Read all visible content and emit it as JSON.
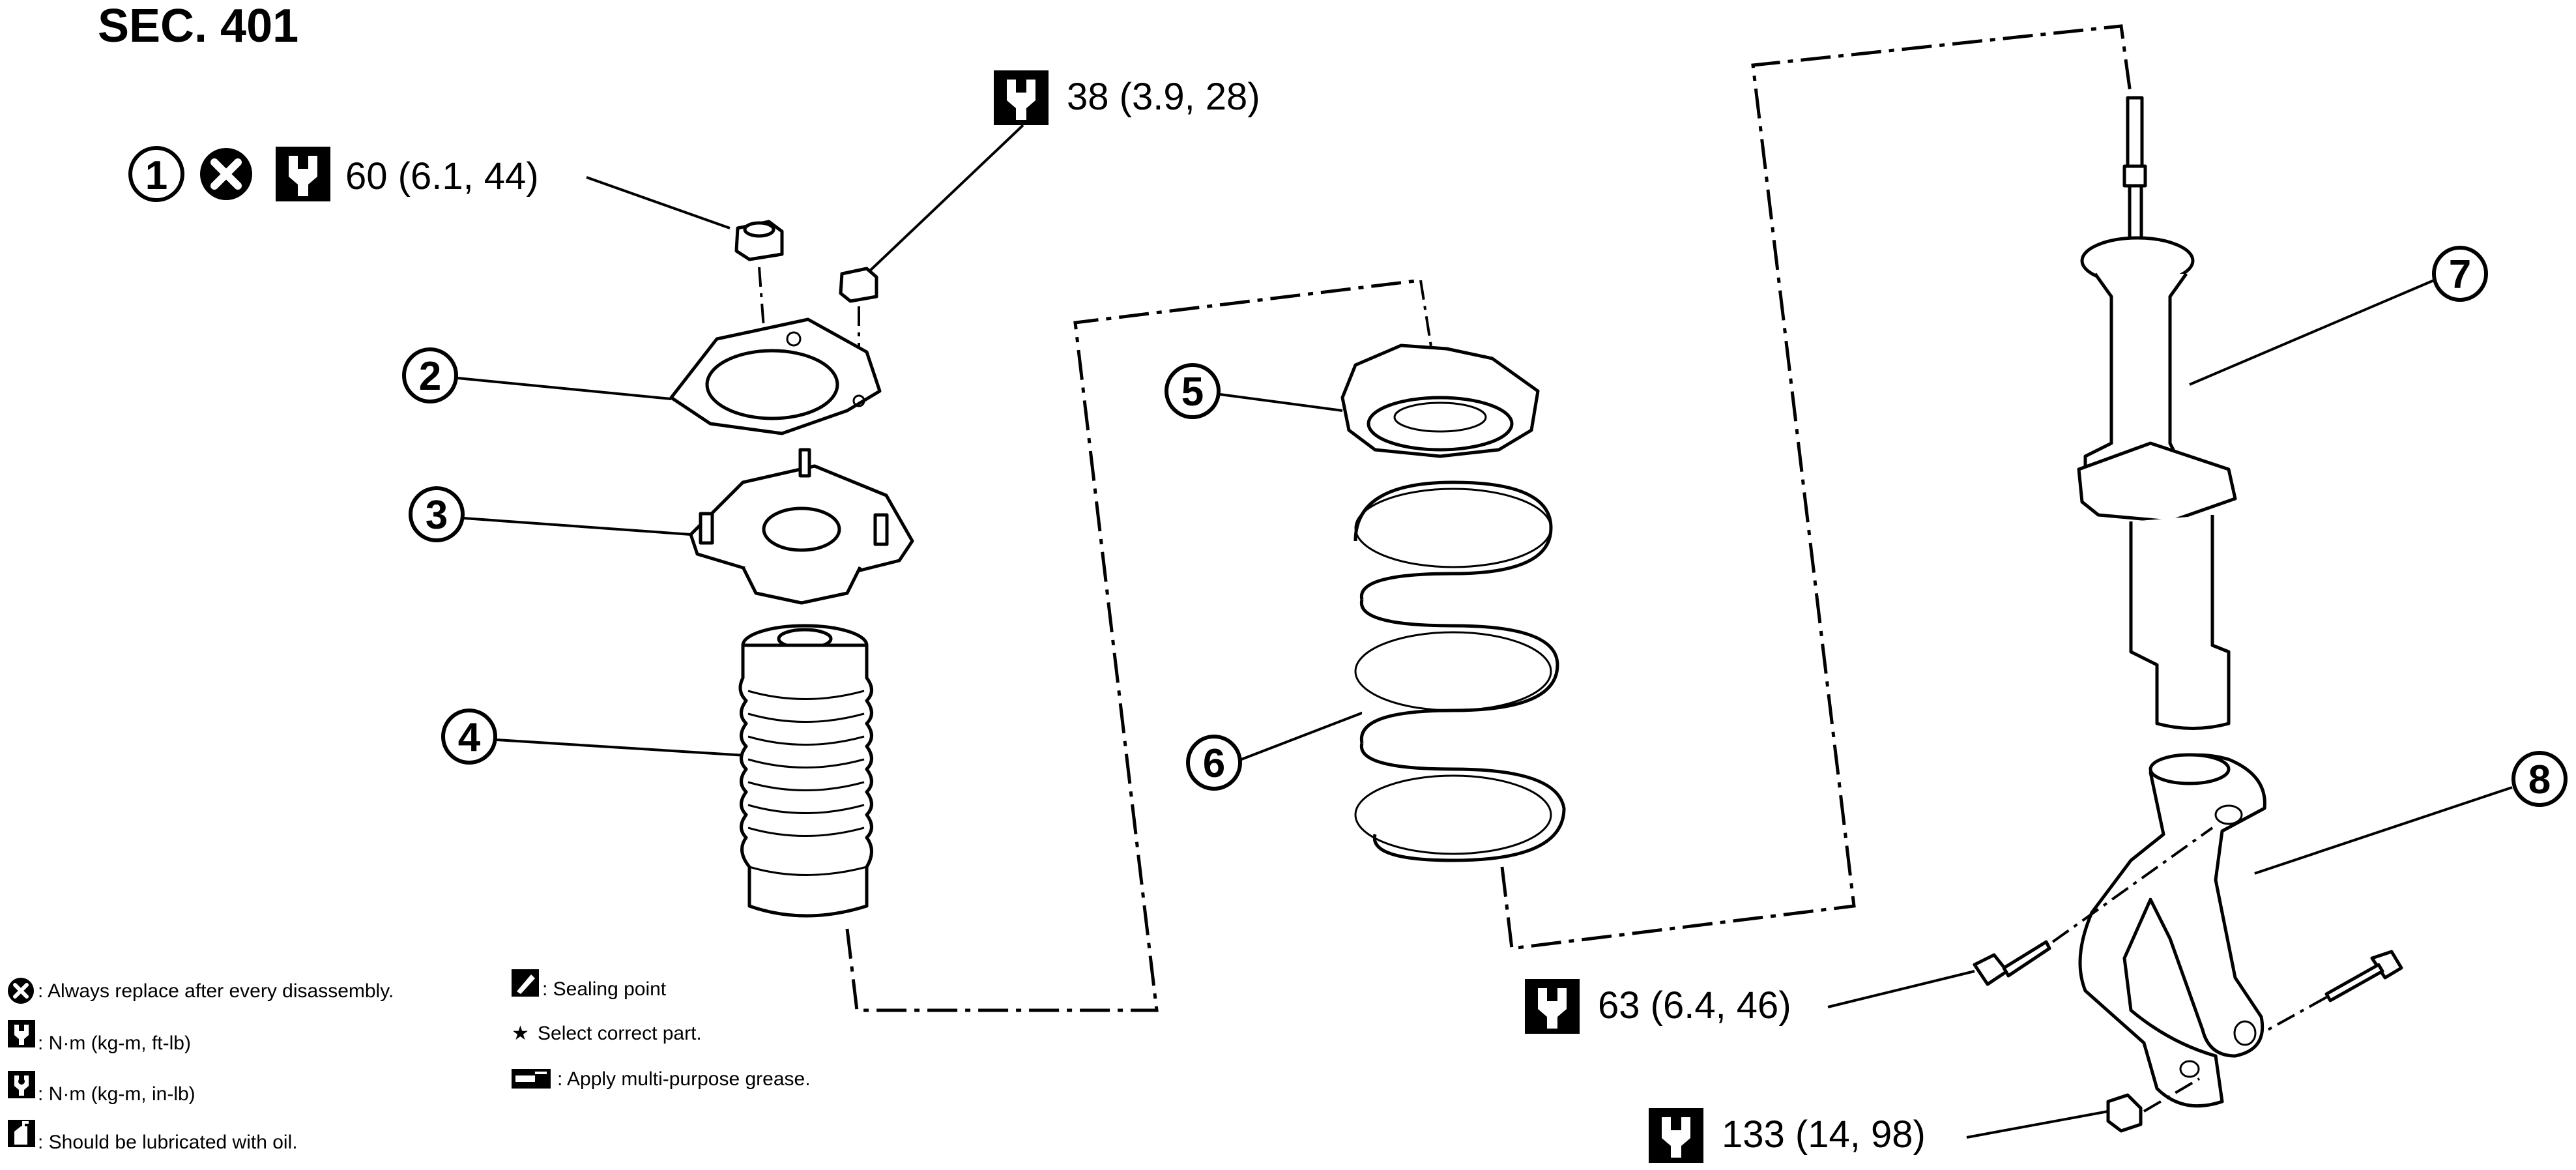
{
  "title": "SEC. 401",
  "callouts": {
    "c1": "①",
    "c2": "②",
    "c3": "③",
    "c4": "④",
    "c5": "⑤",
    "c6": "⑥",
    "c7": "⑦",
    "c8": "⑧"
  },
  "torques": {
    "t1": "60 (6.1, 44)",
    "t2": "38 (3.9, 28)",
    "t3": "63 (6.4, 46)",
    "t4": "133 (14, 98)"
  },
  "legend": {
    "replace": ": Always replace after every disassembly.",
    "nm_ftlb": ": N·m (kg-m, ft-lb)",
    "nm_inlb": ": N·m (kg-m, in-lb)",
    "oil": ": Should be lubricated with oil.",
    "sealing": ": Sealing point",
    "select": "Select correct part.",
    "grease": ": Apply multi-purpose grease."
  },
  "icons": {
    "replace": "x-circle-icon",
    "wrench": "wrench-icon",
    "wrench_small": "wrench-small-icon",
    "oil": "oil-can-icon",
    "sealing": "sealing-icon",
    "star": "★",
    "grease": "grease-icon"
  },
  "colors": {
    "ink": "#000000",
    "paper": "#ffffff"
  }
}
